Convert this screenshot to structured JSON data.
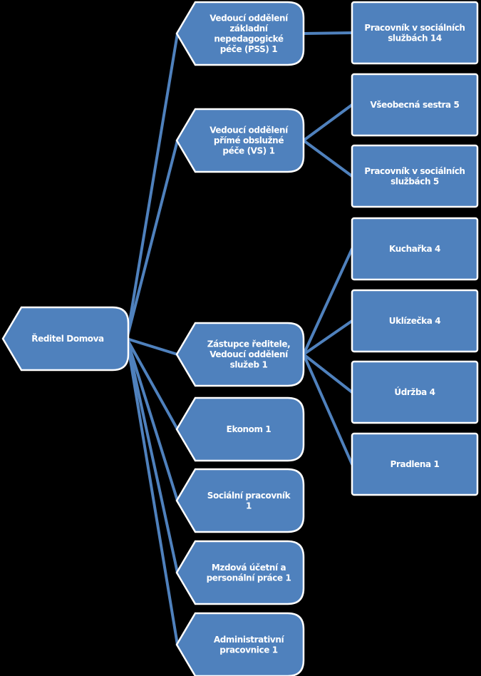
{
  "colors": {
    "background": "#000000",
    "node_fill": "#4f81bd",
    "node_stroke": "#ffffff",
    "connector": "#4f81bd",
    "text": "#ffffff"
  },
  "root": {
    "label": "Ředitel Domova"
  },
  "managers": [
    {
      "id": "m1",
      "lines": [
        "Vedoucí oddělení",
        "základní",
        "nepedagogické",
        "péče (PSS) 1"
      ]
    },
    {
      "id": "m2",
      "lines": [
        "Vedoucí oddělení",
        "přímé obslužné",
        "péče (VS) 1"
      ]
    },
    {
      "id": "m3",
      "lines": [
        "Zástupce ředitele,",
        "Vedoucí oddělení",
        "služeb 1"
      ]
    },
    {
      "id": "m4",
      "lines": [
        "Ekonom 1"
      ]
    },
    {
      "id": "m5",
      "lines": [
        "Sociální pracovník",
        "1"
      ]
    },
    {
      "id": "m6",
      "lines": [
        "Mzdová účetní a",
        "personální práce 1"
      ]
    },
    {
      "id": "m7",
      "lines": [
        "Administrativní",
        "pracovnice 1"
      ]
    }
  ],
  "staff": [
    {
      "id": "s1",
      "parent": "m1",
      "lines": [
        "Pracovník v sociálních",
        "službách 14"
      ]
    },
    {
      "id": "s2",
      "parent": "m2",
      "lines": [
        "Všeobecná sestra 5"
      ]
    },
    {
      "id": "s3",
      "parent": "m2",
      "lines": [
        "Pracovník v sociálních",
        "službách 5"
      ]
    },
    {
      "id": "s4",
      "parent": "m3",
      "lines": [
        "Kuchařka 4"
      ]
    },
    {
      "id": "s5",
      "parent": "m3",
      "lines": [
        "Uklízečka 4"
      ]
    },
    {
      "id": "s6",
      "parent": "m3",
      "lines": [
        "Údržba 4"
      ]
    },
    {
      "id": "s7",
      "parent": "m3",
      "lines": [
        "Pradlena 1"
      ]
    }
  ]
}
